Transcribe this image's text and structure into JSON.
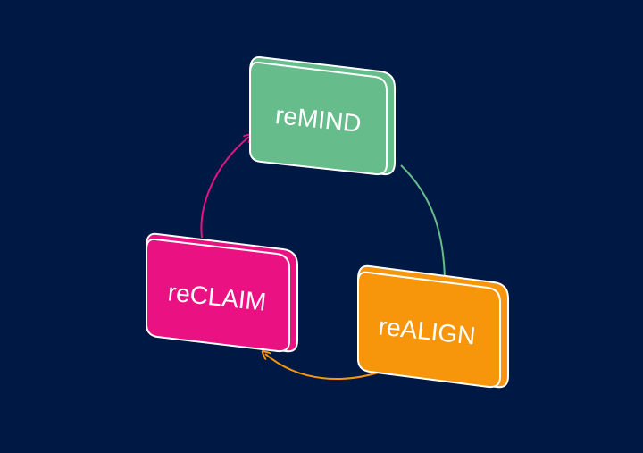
{
  "diagram": {
    "colors": {
      "background": "#001844",
      "remind": "#66BC8A",
      "realign": "#F7960B",
      "reclaim": "#EA1283",
      "outline": "#FFFFFF"
    },
    "nodes": {
      "remind": {
        "label": "reMIND"
      },
      "realign": {
        "label": "reALIGN"
      },
      "reclaim": {
        "label": "reCLAIM"
      }
    },
    "edges": [
      {
        "from": "reMIND",
        "to": "reALIGN",
        "color": "#66BC8A"
      },
      {
        "from": "reALIGN",
        "to": "reCLAIM",
        "color": "#F7960B"
      },
      {
        "from": "reCLAIM",
        "to": "reMIND",
        "color": "#EA1283"
      }
    ]
  }
}
